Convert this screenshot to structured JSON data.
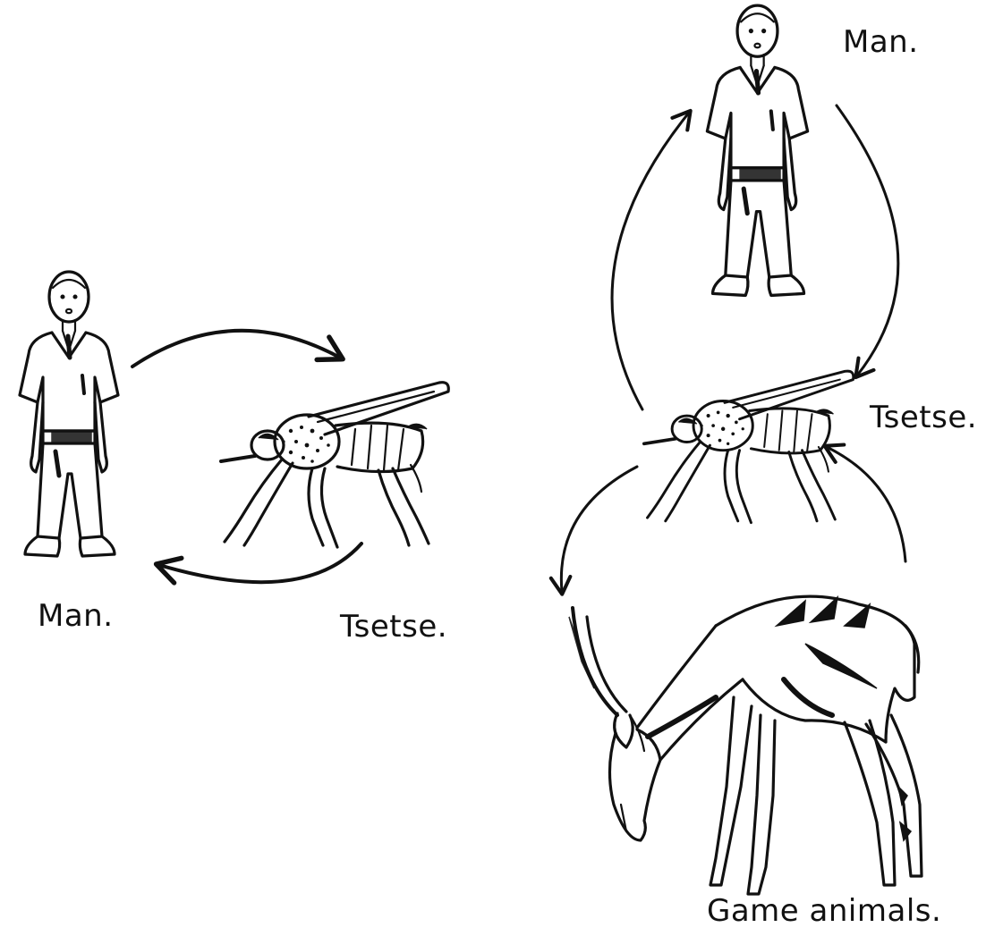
{
  "labels": {
    "left_man": "Man.",
    "left_tsetse": "Tsetse.",
    "right_man": "Man.",
    "right_tsetse": "Tsetse.",
    "right_game": "Game animals."
  },
  "icons": {
    "man": "standing-man-icon",
    "tsetse": "tsetse-fly-icon",
    "antelope": "grazing-antelope-icon"
  },
  "colors": {
    "ink": "#111111",
    "background": "#ffffff"
  }
}
